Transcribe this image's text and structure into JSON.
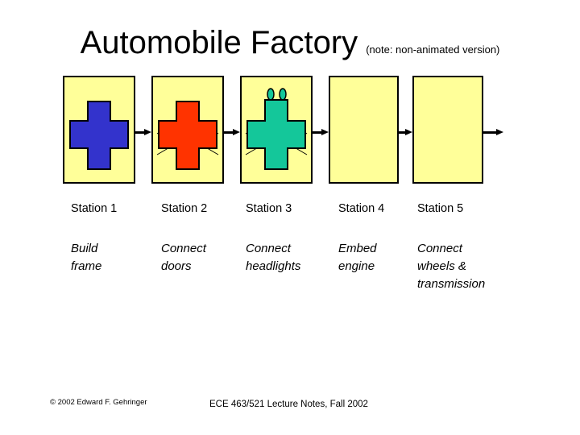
{
  "slide": {
    "title": "Automobile Factory",
    "title_note": "(note: non-animated version)"
  },
  "colors": {
    "station_fill": "#FFFF99",
    "station_border": "#000000",
    "car_station1": "#3333CC",
    "car_station2": "#FF3300",
    "car_station3": "#14C79A",
    "background": "#FFFFFF"
  },
  "pipeline": {
    "stations": [
      {
        "name": "Station 1",
        "description_lines": [
          "Build",
          "frame"
        ],
        "car_color_key": "car_station1",
        "car_color": "#3333CC",
        "has_car": true,
        "has_doors": false,
        "has_headlights": false
      },
      {
        "name": "Station 2",
        "description_lines": [
          "Connect",
          "doors"
        ],
        "car_color_key": "car_station2",
        "car_color": "#FF3300",
        "has_car": true,
        "has_doors": true,
        "has_headlights": false
      },
      {
        "name": "Station 3",
        "description_lines": [
          "Connect",
          "headlights"
        ],
        "car_color_key": "car_station3",
        "car_color": "#14C79A",
        "has_car": true,
        "has_doors": true,
        "has_headlights": true
      },
      {
        "name": "Station 4",
        "description_lines": [
          "Embed",
          "engine"
        ],
        "car_color_key": null,
        "car_color": null,
        "has_car": false,
        "has_doors": false,
        "has_headlights": false
      },
      {
        "name": "Station 5",
        "description_lines": [
          "Connect",
          "wheels &",
          "transmission"
        ],
        "car_color_key": null,
        "car_color": null,
        "has_car": false,
        "has_doors": false,
        "has_headlights": false
      }
    ],
    "arrow_count": 5
  },
  "footer": {
    "copyright": "© 2002 Edward F. Gehringer",
    "course": "ECE 463/521 Lecture Notes, Fall 2002"
  }
}
